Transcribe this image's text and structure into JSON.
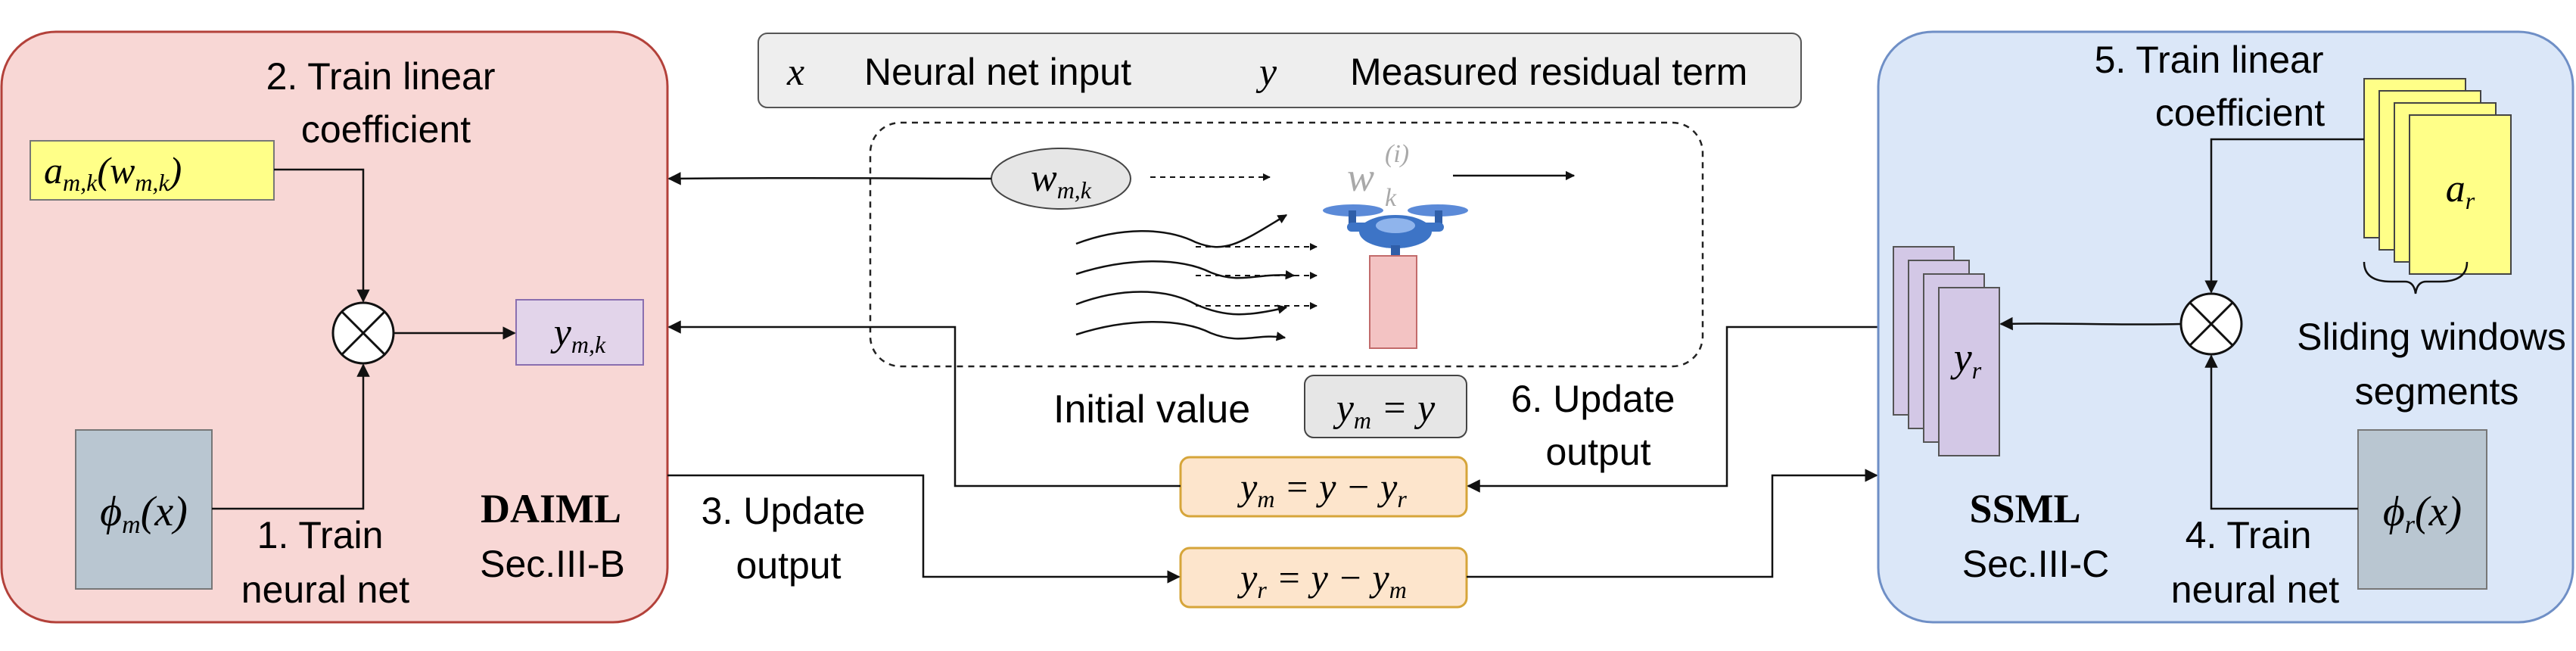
{
  "legend": {
    "x_symbol": "x",
    "x_label": "Neural net input",
    "y_symbol": "y",
    "y_label": "Measured residual term"
  },
  "daiml": {
    "title": "DAIML",
    "section": "Sec.III-B",
    "coef_box": "a",
    "coef_sub": "m,k",
    "coef_arg": "(w",
    "coef_arg_sub": "m,k",
    "coef_close": ")",
    "phi_box": "ϕ",
    "phi_sub": "m",
    "phi_arg": "(x)",
    "y_box": "y",
    "y_sub": "m,k",
    "step2_line1": "2. Train linear",
    "step2_line2": "coefficient",
    "step1_line1": "1. Train",
    "step1_line2": "neural net"
  },
  "ssml": {
    "title": "SSML",
    "section": "Sec.III-C",
    "coef_box": "a",
    "coef_sub": "r",
    "phi_box": "ϕ",
    "phi_sub": "r",
    "phi_arg": "(x)",
    "y_box": "y",
    "y_sub": "r",
    "step5_line1": "5. Train linear",
    "step5_line2": "coefficient",
    "step4_line1": "4. Train",
    "step4_line2": "neural net",
    "window_line1": "Sliding windows",
    "window_line2": "segments"
  },
  "center": {
    "w_ellipse": "w",
    "w_sub": "m,k",
    "w_faded": "w",
    "w_faded_sub": "k",
    "w_faded_sup": "(i)",
    "initial_label": "Initial value",
    "initial_eq": "y",
    "initial_eq_sub": "m",
    "initial_eq_rest": " = y",
    "ym_eq": "y",
    "ym_eq_sub": "m",
    "ym_eq_rest": " = y − y",
    "ym_eq_sub2": "r",
    "yr_eq": "y",
    "yr_eq_sub": "r",
    "yr_eq_rest": " = y − y",
    "yr_eq_sub2": "m",
    "step3_line1": "3. Update",
    "step3_line2": "output",
    "step6_line1": "6. Update",
    "step6_line2": "output"
  },
  "colors": {
    "daiml_fill": "#f8d7d5",
    "daiml_stroke": "#b3413a",
    "ssml_fill": "#dbe7f8",
    "ssml_stroke": "#6f8fc6",
    "coef_fill": "#ffff88",
    "y_fill": "#e2d4ea",
    "phi_fill": "#b9c6d1",
    "eq_fill": "#fde5cc",
    "eq_stroke": "#d6a53a",
    "legend_fill": "#eeeeee",
    "drone_blue": "#3d74c6",
    "payload_fill": "#f3c3c3"
  }
}
